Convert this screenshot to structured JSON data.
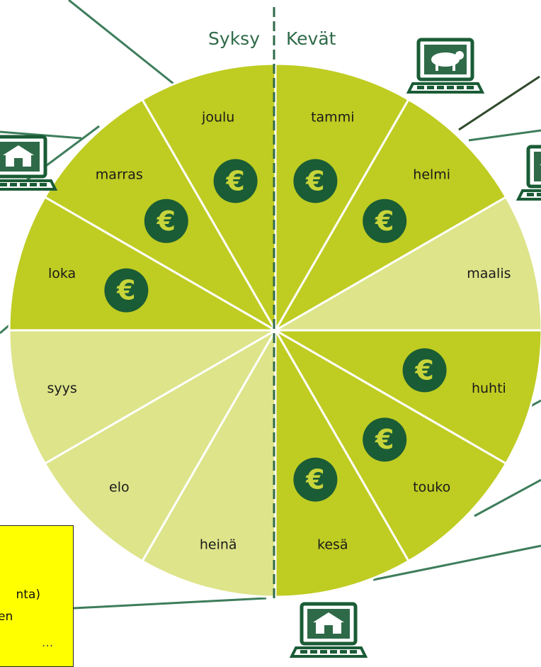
{
  "seasons": {
    "left": "Syksy",
    "right": "Kevät"
  },
  "months": [
    {
      "label": "tammi",
      "shade": "dark",
      "euro": true
    },
    {
      "label": "helmi",
      "shade": "dark",
      "euro": true
    },
    {
      "label": "maalis",
      "shade": "light",
      "euro": false
    },
    {
      "label": "huhti",
      "shade": "dark",
      "euro": true
    },
    {
      "label": "touko",
      "shade": "dark",
      "euro": true
    },
    {
      "label": "kesä",
      "shade": "dark",
      "euro": true
    },
    {
      "label": "heinä",
      "shade": "light",
      "euro": false
    },
    {
      "label": "elo",
      "shade": "light",
      "euro": false
    },
    {
      "label": "syys",
      "shade": "light",
      "euro": false
    },
    {
      "label": "loka",
      "shade": "dark",
      "euro": true
    },
    {
      "label": "marras",
      "shade": "dark",
      "euro": true
    },
    {
      "label": "joulu",
      "shade": "dark",
      "euro": true
    }
  ],
  "euro_symbol": "€",
  "note": {
    "lines": [
      "nta)",
      "en",
      "..."
    ]
  },
  "colors": {
    "dark_segment": "#bfcc22",
    "light_segment": "#dde48a",
    "accent_green": "#1a5c36",
    "divider": "#2f6a48",
    "note_background": "#ffff00"
  },
  "laptop_icons": [
    "laptop-cow-icon",
    "laptop-barn-icon",
    "laptop-barn-icon",
    "laptop-barn-icon",
    "laptop-barn-icon"
  ]
}
